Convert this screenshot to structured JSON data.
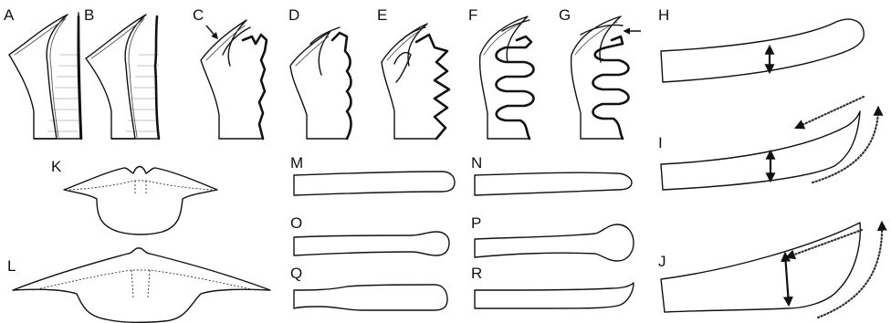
{
  "panels": {
    "A": "A",
    "B": "B",
    "C": "C",
    "D": "D",
    "E": "E",
    "F": "F",
    "G": "G",
    "H": "H",
    "I": "I",
    "J": "J",
    "K": "K",
    "L": "L",
    "M": "M",
    "N": "N",
    "O": "O",
    "P": "P",
    "Q": "Q",
    "R": "R"
  }
}
